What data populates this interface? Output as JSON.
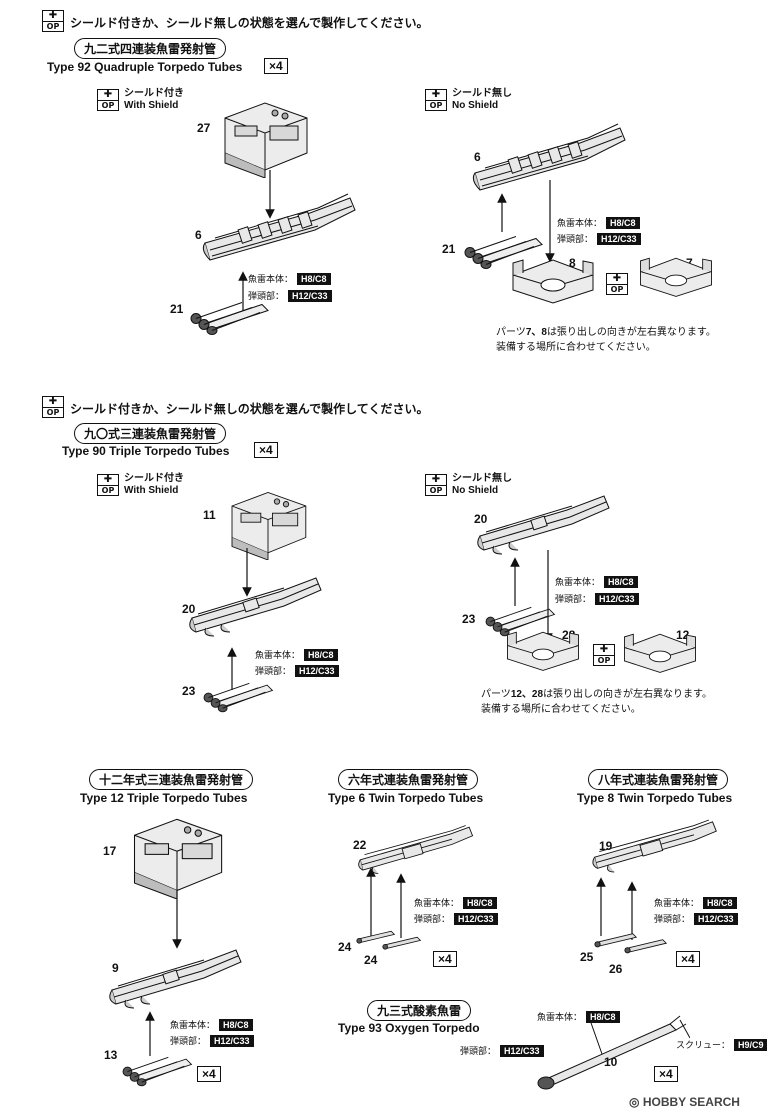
{
  "op_icon": {
    "top": "✚",
    "bottom": "OP"
  },
  "paint": {
    "body_label": "魚雷本体：",
    "body_code": "H8/C8",
    "warhead_label": "弾頭部：",
    "warhead_code": "H12/C33",
    "screw_label": "スクリュー：",
    "screw_code": "H9/C9"
  },
  "options": {
    "with_shield_jp": "シールド付き",
    "with_shield_en": "With Shield",
    "no_shield_jp": "シールド無し",
    "no_shield_en": "No Shield"
  },
  "section1": {
    "instruction": "シールド付きか、シールド無しの状態を選んで製作してください。",
    "title_jp": "九二式四連装魚雷発射管",
    "title_en": "Type 92 Quadruple Torpedo Tubes",
    "qty": "×4",
    "left_parts": [
      "27",
      "6",
      "21"
    ],
    "right_parts": [
      "6",
      "21",
      "8",
      "7"
    ],
    "note_line1_pre": "パーツ",
    "note_line1_parts": "7、8",
    "note_line1_post": "は張り出しの向きが左右異なります。",
    "note_line2": "装備する場所に合わせてください。"
  },
  "section2": {
    "instruction": "シールド付きか、シールド無しの状態を選んで製作してください。",
    "title_jp": "九〇式三連装魚雷発射管",
    "title_en": "Type 90 Triple Torpedo Tubes",
    "qty": "×4",
    "left_parts": [
      "11",
      "20",
      "23"
    ],
    "right_parts": [
      "20",
      "23",
      "28",
      "12"
    ],
    "note_line1_pre": "パーツ",
    "note_line1_parts": "12、28",
    "note_line1_post": "は張り出しの向きが左右異なります。",
    "note_line2": "装備する場所に合わせてください。"
  },
  "section3": {
    "title_jp": "十二年式三連装魚雷発射管",
    "title_en": "Type 12 Triple Torpedo Tubes",
    "qty": "×4",
    "parts": [
      "17",
      "9",
      "13"
    ]
  },
  "section4": {
    "title_jp": "六年式連装魚雷発射管",
    "title_en": "Type 6 Twin Torpedo Tubes",
    "qty": "×4",
    "parts": [
      "22",
      "24",
      "24"
    ]
  },
  "section5": {
    "title_jp": "八年式連装魚雷発射管",
    "title_en": "Type 8 Twin Torpedo Tubes",
    "qty": "×4",
    "parts": [
      "19",
      "25",
      "26"
    ]
  },
  "section6": {
    "title_jp": "九三式酸素魚雷",
    "title_en": "Type 93 Oxygen Torpedo",
    "qty": "×4",
    "parts": [
      "10"
    ]
  },
  "watermark": "HOBBY SEARCH",
  "colors": {
    "ink": "#111111",
    "background": "#ffffff",
    "part_fill": "#e6e6e6",
    "part_shade": "#9a9a9a"
  }
}
